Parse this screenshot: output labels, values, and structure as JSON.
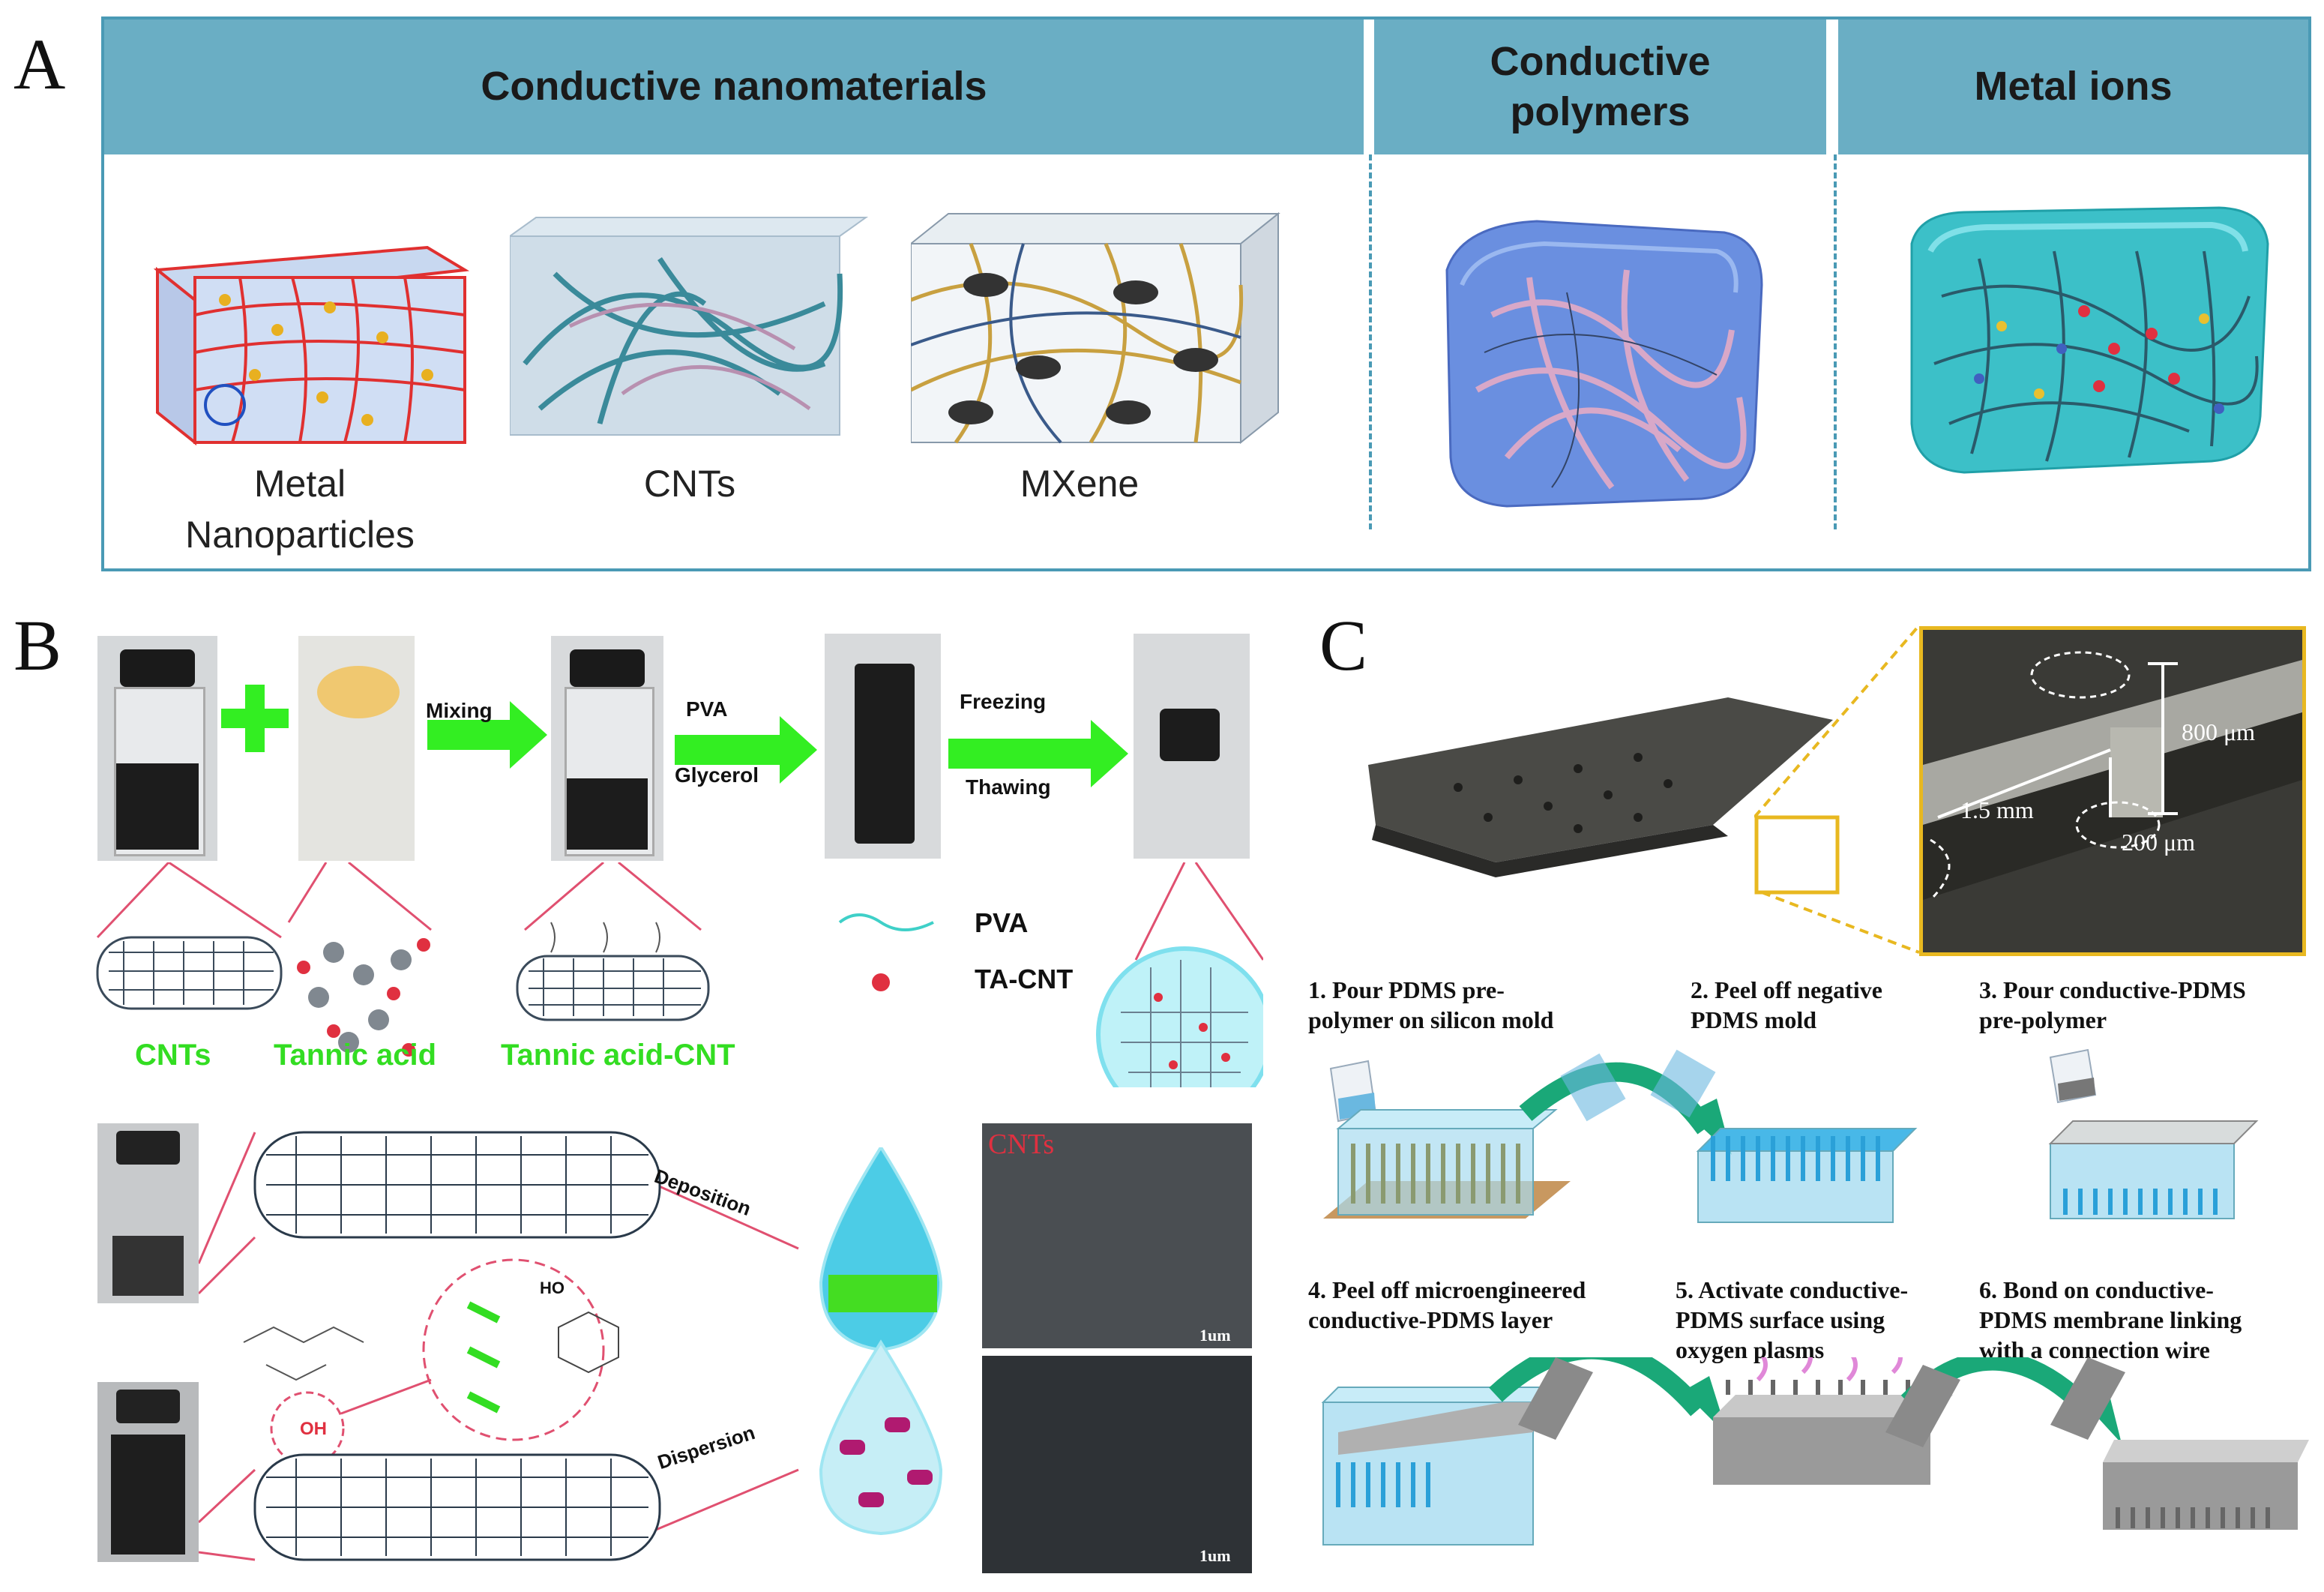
{
  "panels": {
    "a": "A",
    "b": "B",
    "c": "C"
  },
  "panel_a": {
    "headers": [
      "Conductive nanomaterials",
      "Conductive\npolymers",
      "Metal ions"
    ],
    "labels": [
      "Metal\nNanoparticles",
      "CNTs",
      "MXene"
    ]
  },
  "panel_b": {
    "mixing": "Mixing",
    "pva_step": "PVA",
    "glycerol": "Glycerol",
    "freezing": "Freezing",
    "thawing": "Thawing",
    "legend_pva": "PVA",
    "legend_tacnt": "TA-CNT",
    "cnts": "CNTs",
    "tannic_acid": "Tannic acid",
    "tannic_acid_cnt": "Tannic acid-CNT",
    "deposition": "Deposition",
    "dispersion": "Dispersion",
    "oh": "OH",
    "ho": "HO",
    "sem_label": "CNTs",
    "scale_bar": "1um"
  },
  "panel_c": {
    "dim_800": "800 μm",
    "dim_15": "1.5 mm",
    "dim_200": "200 μm",
    "steps": [
      "1. Pour PDMS pre-\npolymer on silicon mold",
      "2. Peel off negative\nPDMS mold",
      "3. Pour conductive-PDMS\npre-polymer",
      "4. Peel off microengineered\nconductive-PDMS layer",
      "5. Activate conductive-\nPDMS surface using\noxygen plasms",
      "6. Bond on conductive-\nPDMS membrane linking\nwith a connection wire"
    ]
  },
  "colors": {
    "header": "#6aaec4",
    "border": "#4a9ab5",
    "arrow_green": "#33ee22",
    "label_green": "#33dd22",
    "link_red": "#e05070",
    "c_arrow": "#1aa878",
    "callout": "#e8b820"
  }
}
